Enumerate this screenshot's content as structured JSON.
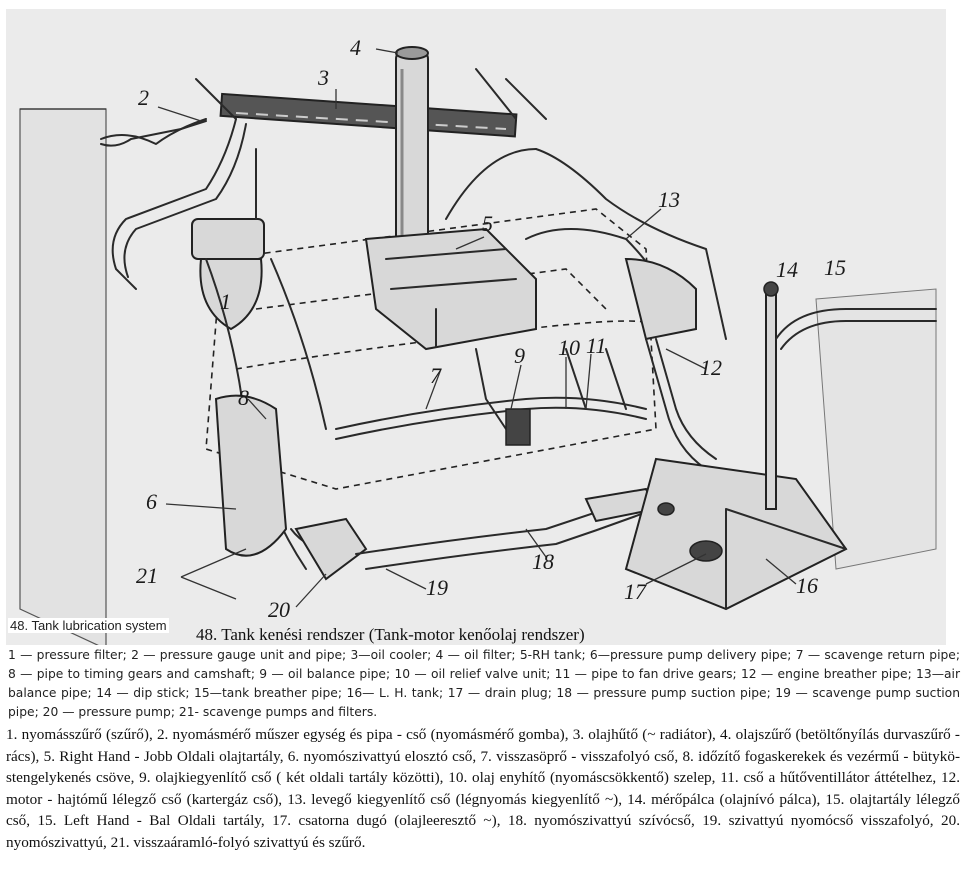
{
  "figure": {
    "part_numbers": [
      "1",
      "2",
      "3",
      "4",
      "5",
      "6",
      "7",
      "8",
      "9",
      "10",
      "11",
      "12",
      "13",
      "14",
      "15",
      "16",
      "17",
      "18",
      "19",
      "20",
      "21"
    ],
    "small_caption": "48. Tank lubrication system",
    "main_caption": "48. Tank kenési rendszer (Tank-motor kenőolaj rendszer)"
  },
  "legend_en": "1 — pressure filter; 2 — pressure gauge unit and pipe; 3—oil cooler; 4 — oil filter; 5-RH tank; 6—pressure pump delivery pipe; 7 — scavenge return pipe; 8 — pipe to timing gears and camshaft; 9 — oil balance pipe; 10 — oil relief valve unit; 11 — pipe to fan drive gears; 12 — engine breather pipe; 13—air balance pipe; 14 — dip stick; 15—tank breather pipe; 16— L. H. tank; 17 — drain plug; 18 — pressure pump suction pipe; 19 — scavenge pump suction pipe; 20 — pressure pump; 21- scavenge pumps and filters.",
  "legend_hu": "1. nyomásszűrő (szűrő), 2. nyomásmérő műszer egység és pipa - cső (nyomásmérő gomba), 3. olajhűtő (~ radiátor), 4. olajszűrő (betöltőnyílás durvaszűrő - rács), 5. Right Hand - Jobb Oldali olajtartály, 6. nyomószivattyú elosztó cső, 7. visszasöprő - visszafolyó cső, 8. időzítő fogaskerekek és vezérmű - bütykö­stengelykenés csöve, 9. olajkiegyenlítő cső ( két oldali tartály közötti), 10. olaj enyhítő (nyomáscsökkentő) szelep, 11. cső a hűtőventillátor áttételhez, 12. motor - hajtómű lélegző cső (kartergáz cső), 13. levegő kiegyenlítő cső (légnyomás kiegyenlítő ~), 14. mérőpálca (olajnívó pálca), 15. olajtartály lélegző cső, 15. Left Hand - Bal Oldali tartály, 17. csatorna dugó (olajleeresztő ~), 18. nyomószivattyú szívócső, 19. szivattyú nyomócső visszafolyó, 20. nyomószivattyú, 21. visszaáramló-folyó szivattyú és szűrő."
}
